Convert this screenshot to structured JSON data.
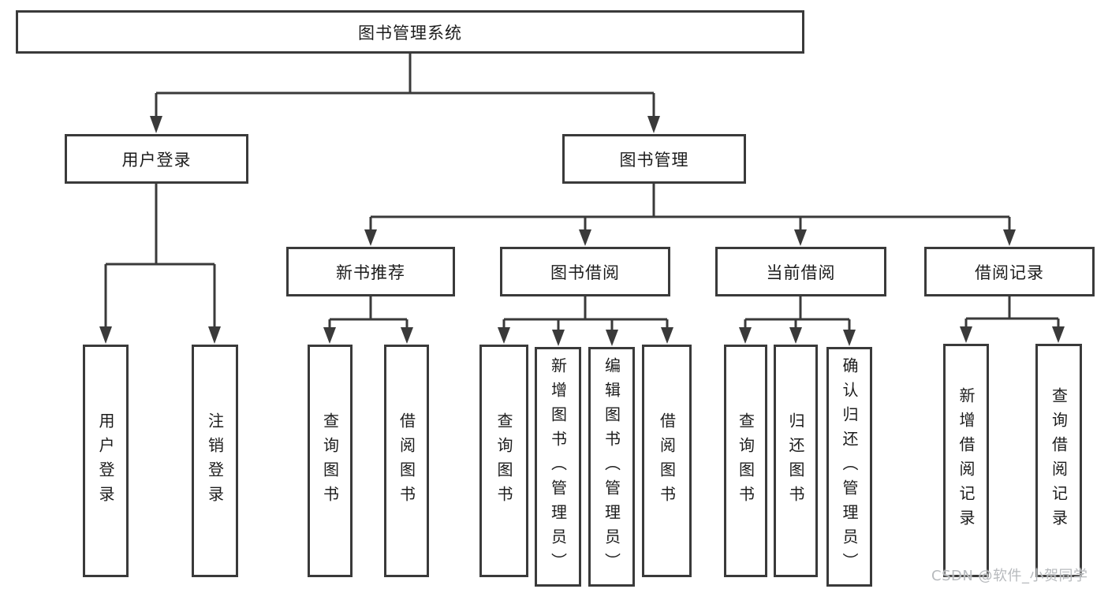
{
  "diagram": {
    "root": {
      "label": "图书管理系统"
    },
    "level2": [
      {
        "label": "用户登录"
      },
      {
        "label": "图书管理"
      }
    ],
    "level3": [
      {
        "label": "新书推荐"
      },
      {
        "label": "图书借阅"
      },
      {
        "label": "当前借阅"
      },
      {
        "label": "借阅记录"
      }
    ],
    "leaves": {
      "user_login": [
        {
          "label": "用户登录"
        },
        {
          "label": "注销登录"
        }
      ],
      "new_books": [
        {
          "label": "查询图书"
        },
        {
          "label": "借阅图书"
        }
      ],
      "book_borrow": [
        {
          "label": "查询图书"
        },
        {
          "label": "新增图书（管理员）"
        },
        {
          "label": "编辑图书（管理员）"
        },
        {
          "label": "借阅图书"
        }
      ],
      "current_borrow": [
        {
          "label": "查询图书"
        },
        {
          "label": "归还图书"
        },
        {
          "label": "确认归还（管理员）"
        }
      ],
      "borrow_records": [
        {
          "label": "新增借阅记录"
        },
        {
          "label": "查询借阅记录"
        }
      ]
    }
  },
  "watermark": {
    "text": "CSDN @软件_小贺同学"
  },
  "colors": {
    "line": "#3a3a3a",
    "text": "#1c1c1c",
    "background": "#ffffff",
    "watermark": "#b7babd"
  }
}
